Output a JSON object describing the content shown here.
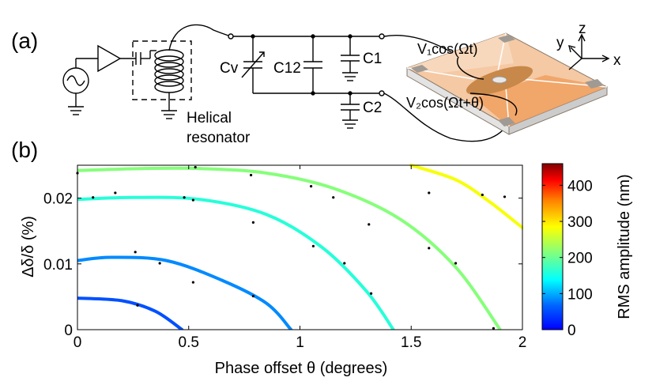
{
  "panel_a": {
    "label": "(a)",
    "components": {
      "cv": "Cv",
      "c12": "C12",
      "c1": "C1",
      "c2": "C2",
      "resonator_line1": "Helical",
      "resonator_line2": "resonator"
    },
    "device": {
      "signal1": "V₁cos(Ωt)",
      "signal2": "V₂cos(Ωt+θ)",
      "axis_x": "x",
      "axis_y": "y",
      "axis_z": "z"
    }
  },
  "panel_b": {
    "label": "(b)",
    "colorbar": {
      "title": "RMS amplitude (nm)",
      "min": 0,
      "max": 460,
      "ticks": [
        "0",
        "100",
        "200",
        "300",
        "400"
      ],
      "tick_values": [
        0,
        100,
        200,
        300,
        400
      ],
      "colors": [
        "#0000ff",
        "#0080ff",
        "#00ffff",
        "#80ff80",
        "#ffff00",
        "#ff8000",
        "#ff0000",
        "#800000"
      ]
    }
  },
  "chart_data": {
    "type": "line",
    "xlabel": "Phase offset θ (degrees)",
    "ylabel": "Δδ/δ (%)",
    "xlim": [
      0,
      2
    ],
    "ylim": [
      0,
      0.025
    ],
    "xticks": [
      "0",
      "0.5",
      "1",
      "1.5",
      "2"
    ],
    "xtick_values": [
      0,
      0.5,
      1,
      1.5,
      2
    ],
    "yticks": [
      "0",
      "0.01",
      "0.02"
    ],
    "ytick_values": [
      0,
      0.01,
      0.02
    ],
    "series": [
      {
        "x": [
          0,
          0.2,
          0.35,
          0.47
        ],
        "y": [
          0.0048,
          0.0044,
          0.0028,
          0.0
        ],
        "amplitude": 40
      },
      {
        "x": [
          0,
          0.15,
          0.4,
          0.65,
          0.85,
          0.96
        ],
        "y": [
          0.0105,
          0.011,
          0.0105,
          0.0075,
          0.004,
          0.0
        ],
        "amplitude": 70
      },
      {
        "x": [
          0,
          0.25,
          0.55,
          0.85,
          1.1,
          1.3,
          1.42
        ],
        "y": [
          0.0198,
          0.0201,
          0.0198,
          0.0175,
          0.0125,
          0.0058,
          0.0
        ],
        "amplitude": 160
      },
      {
        "x": [
          0,
          0.3,
          0.55,
          0.85,
          1.15,
          1.45,
          1.7,
          1.9
        ],
        "y": [
          0.0242,
          0.0245,
          0.0245,
          0.0238,
          0.0215,
          0.0168,
          0.0095,
          0.0
        ],
        "amplitude": 215
      },
      {
        "x": [
          1.5,
          1.7,
          1.85,
          2.0
        ],
        "y": [
          0.025,
          0.0228,
          0.0195,
          0.0155
        ],
        "amplitude": 280
      }
    ],
    "points": {
      "x": [
        0,
        0.07,
        0.17,
        0.26,
        0.37,
        0.48,
        0.52,
        0.53,
        0.52,
        0.27,
        0.78,
        0.79,
        0.79,
        1.05,
        1.06,
        1.15,
        1.2,
        1.31,
        1.32,
        1.58,
        1.58,
        1.7,
        1.82,
        1.87,
        1.92
      ],
      "y": [
        0.0238,
        0.0201,
        0.0208,
        0.0118,
        0.0101,
        0.0201,
        0.0197,
        0.0247,
        0.0072,
        0.0037,
        0.0235,
        0.0163,
        0.0051,
        0.0218,
        0.0127,
        0.0201,
        0.0101,
        0.016,
        0.0055,
        0.0208,
        0.0124,
        0.0101,
        0.0205,
        0.0002,
        0.0202
      ]
    }
  }
}
